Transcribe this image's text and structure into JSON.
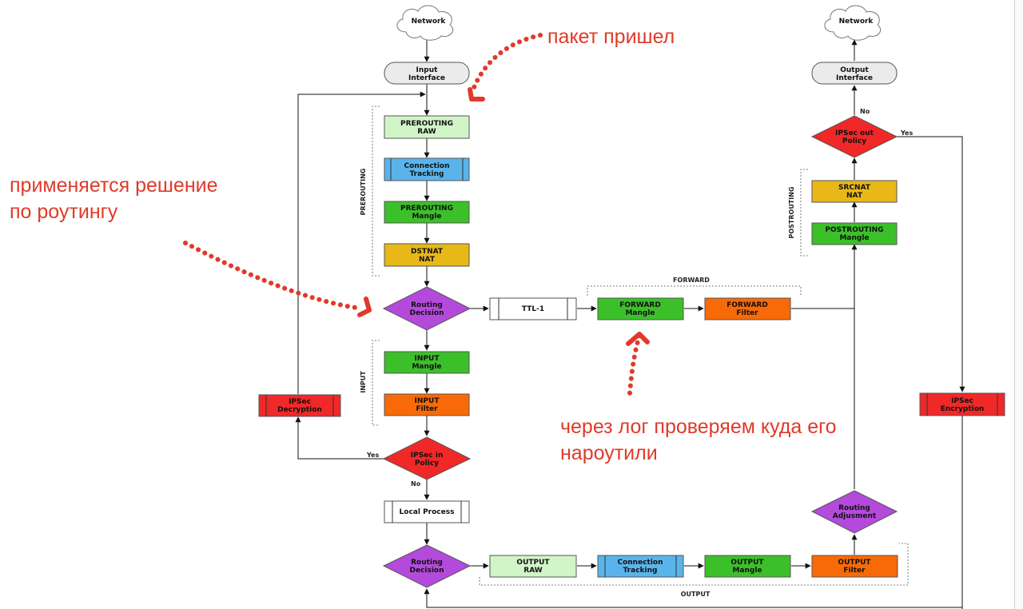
{
  "nodes": {
    "network_in": {
      "line1": "Network",
      "line2": ""
    },
    "network_out": {
      "line1": "Network",
      "line2": ""
    },
    "input_interface": {
      "line1": "Input",
      "line2": "Interface"
    },
    "output_interface": {
      "line1": "Output",
      "line2": "Interface"
    },
    "prerouting_raw": {
      "line1": "PREROUTING",
      "line2": "RAW"
    },
    "connection_tracking_in": {
      "line1": "Connection",
      "line2": "Tracking"
    },
    "prerouting_mangle": {
      "line1": "PREROUTING",
      "line2": "Mangle"
    },
    "dstnat": {
      "line1": "DSTNAT",
      "line2": "NAT"
    },
    "routing_decision_1": {
      "line1": "Routing",
      "line2": "Decision"
    },
    "ttl": {
      "line1": "TTL-1",
      "line2": ""
    },
    "forward_mangle": {
      "line1": "FORWARD",
      "line2": "Mangle"
    },
    "forward_filter": {
      "line1": "FORWARD",
      "line2": "Filter"
    },
    "input_mangle": {
      "line1": "INPUT",
      "line2": "Mangle"
    },
    "input_filter": {
      "line1": "INPUT",
      "line2": "Filter"
    },
    "ipsec_in_policy": {
      "line1": "IPSec in",
      "line2": "Policy"
    },
    "ipsec_decryption": {
      "line1": "IPSec",
      "line2": "Decryption"
    },
    "local_process": {
      "line1": "Local Process",
      "line2": ""
    },
    "routing_decision_2": {
      "line1": "Routing",
      "line2": "Decision"
    },
    "output_raw": {
      "line1": "OUTPUT",
      "line2": "RAW"
    },
    "connection_tracking_out": {
      "line1": "Connection",
      "line2": "Tracking"
    },
    "output_mangle": {
      "line1": "OUTPUT",
      "line2": "Mangle"
    },
    "output_filter": {
      "line1": "OUTPUT",
      "line2": "Filter"
    },
    "routing_adjustment": {
      "line1": "Routing",
      "line2": "Adjusment"
    },
    "postrouting_mangle": {
      "line1": "POSTROUTING",
      "line2": "Mangle"
    },
    "srcnat": {
      "line1": "SRCNAT",
      "line2": "NAT"
    },
    "ipsec_out_policy": {
      "line1": "IPSec out",
      "line2": "Policy"
    },
    "ipsec_encryption": {
      "line1": "IPSec",
      "line2": "Encryption"
    }
  },
  "edge_labels": {
    "ipsec_in_yes": "Yes",
    "ipsec_in_no": "No",
    "ipsec_out_yes": "Yes",
    "ipsec_out_no": "No"
  },
  "groups": {
    "prerouting": "PREROUTING",
    "input": "INPUT",
    "forward": "FORWARD",
    "output": "OUTPUT",
    "postrouting": "POSTROUTING"
  },
  "annotations": {
    "packet_arrived": "пакет пришел",
    "routing_applied": "применяется решение\nпо роутингу",
    "log_check": "через лог проверяем куда его\nнароутили"
  },
  "colors": {
    "raw": "#d2f5c8",
    "tracking": "#5ab4ec",
    "mangle": "#3cc02a",
    "nat": "#e8b818",
    "filter": "#f86a08",
    "ipsec": "#f02828",
    "routing": "#b44adc",
    "annotation": "#e03a2a"
  }
}
